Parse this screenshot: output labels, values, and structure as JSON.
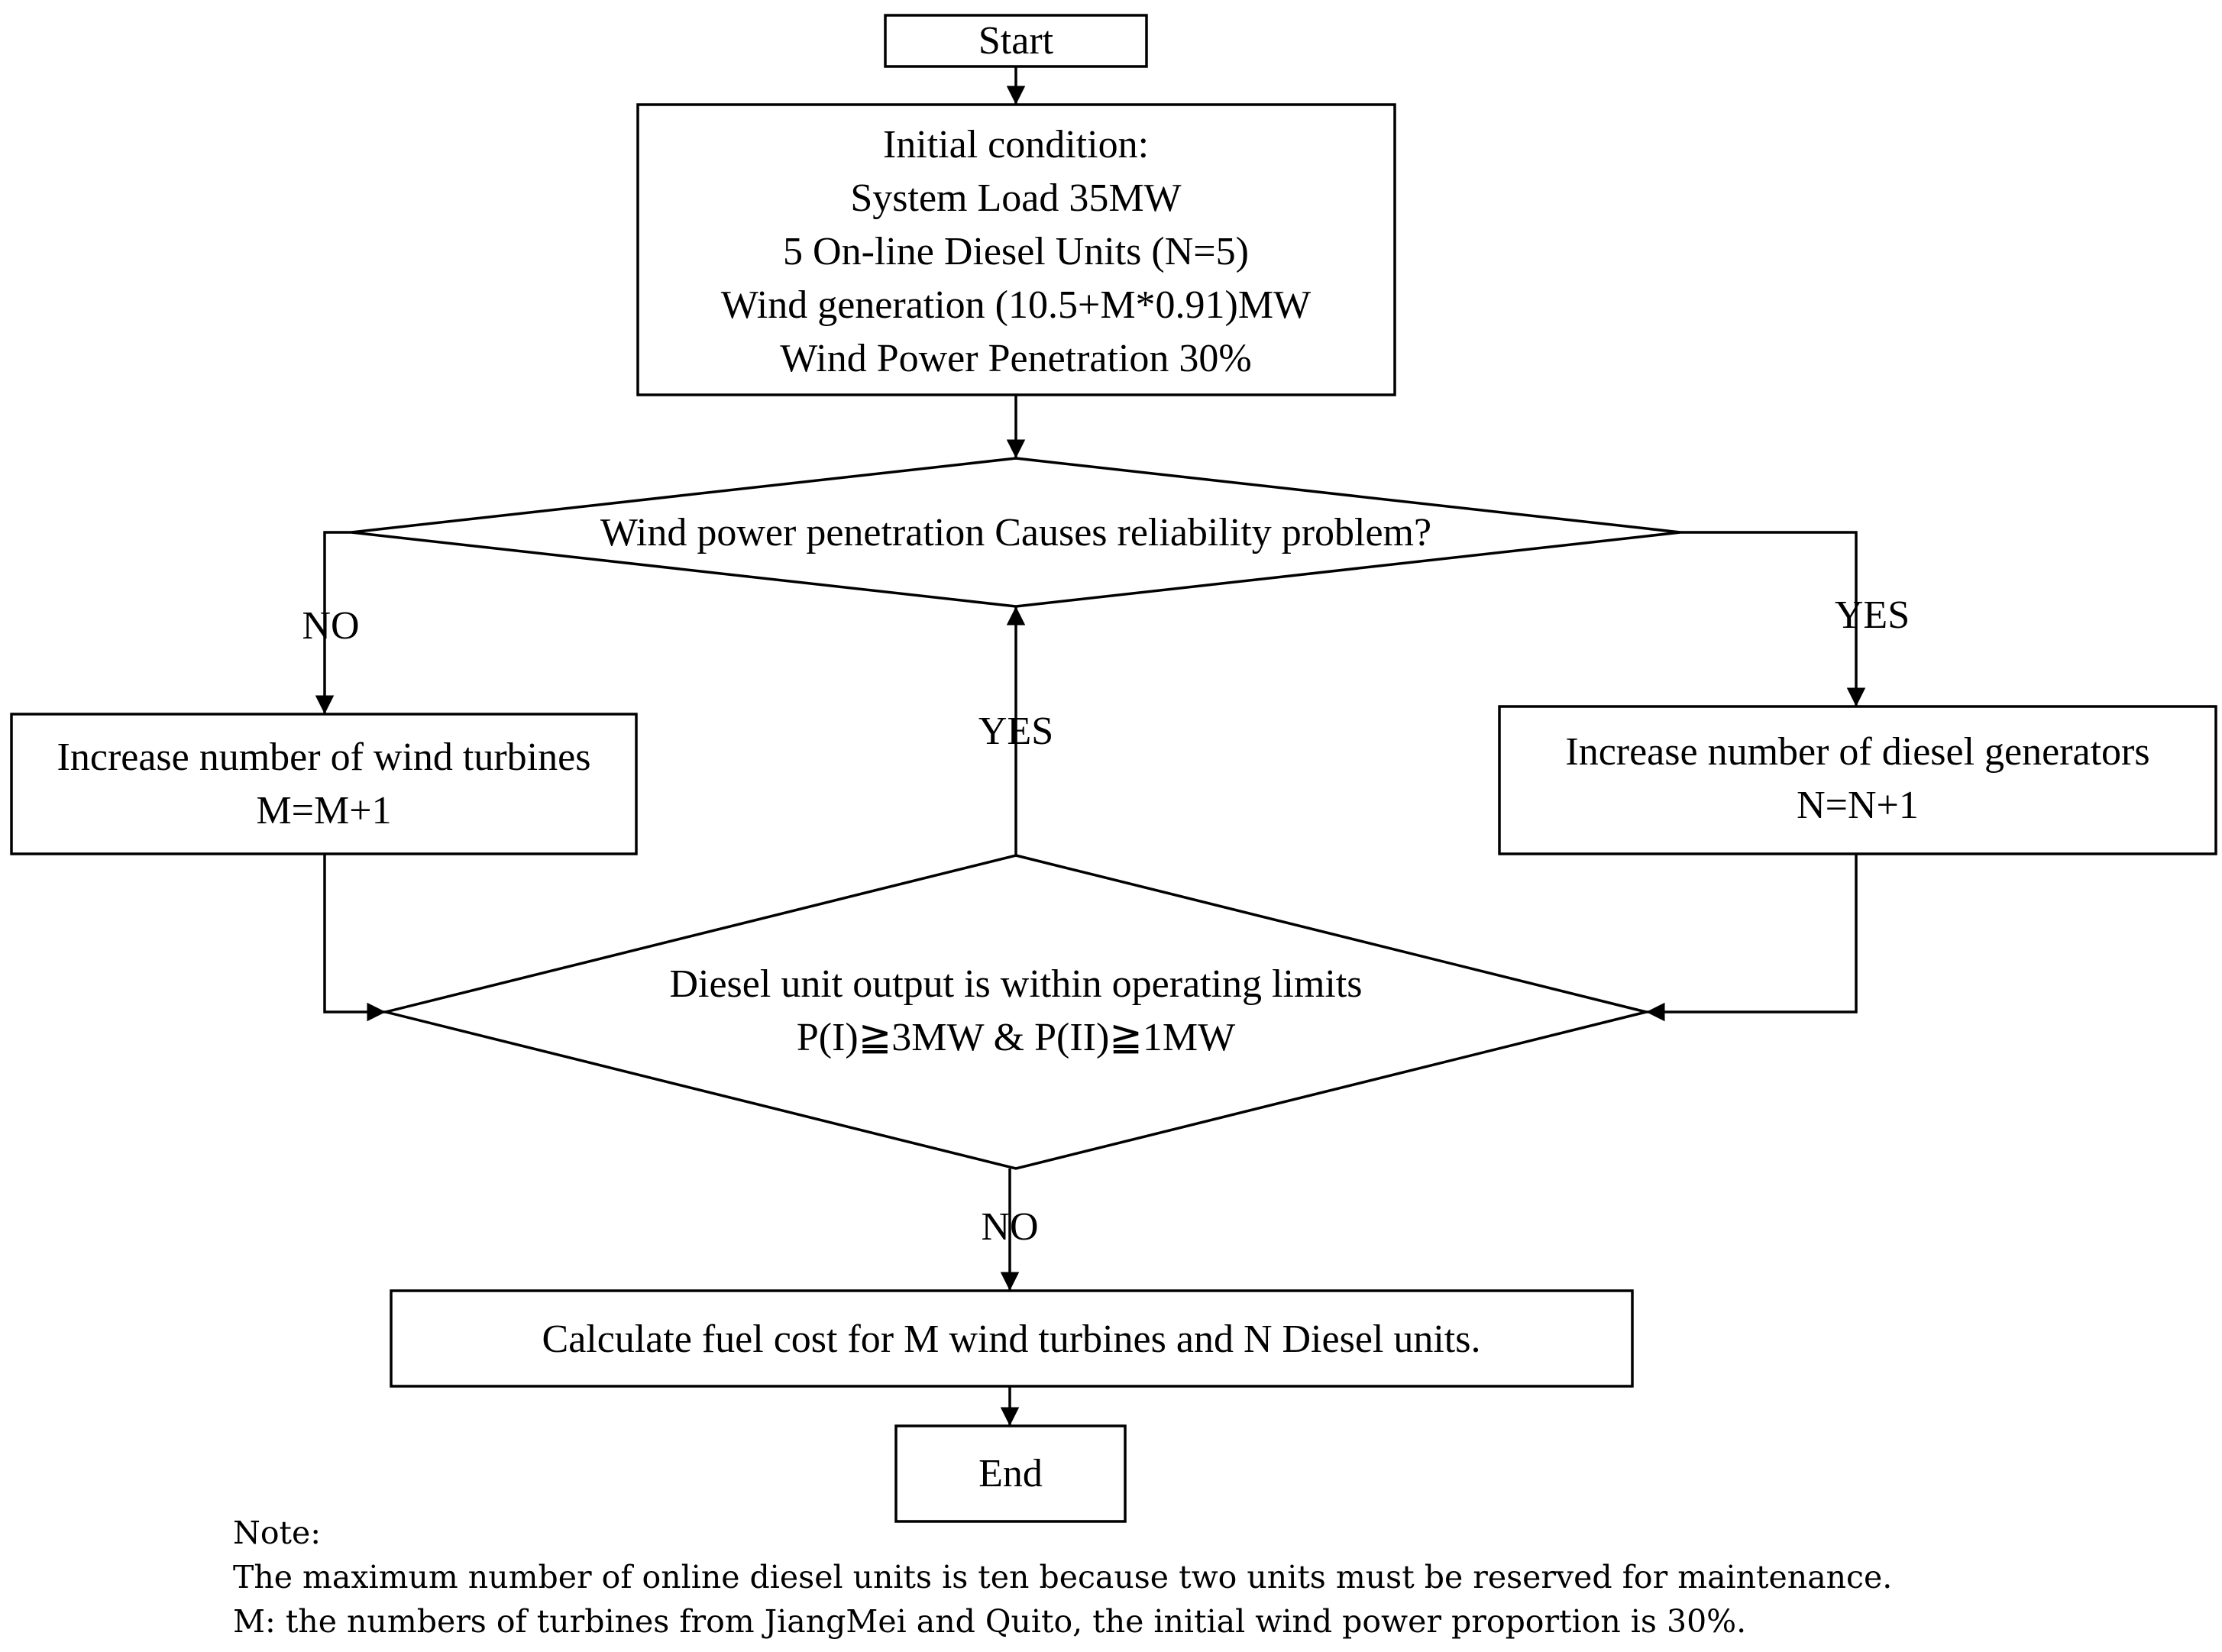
{
  "nodes": {
    "start": {
      "label": "Start"
    },
    "initial": {
      "lines": [
        "Initial condition:",
        "System Load 35MW",
        "5 On-line Diesel Units (N=5)",
        "Wind generation (10.5+M*0.91)MW",
        "Wind Power Penetration 30%"
      ]
    },
    "reliability_decision": {
      "label": "Wind power penetration Causes reliability problem?"
    },
    "wind_box": {
      "lines": [
        "Increase number of wind turbines",
        "M=M+1"
      ]
    },
    "diesel_box": {
      "lines": [
        "Increase number of diesel generators",
        "N=N+1"
      ]
    },
    "limits_decision": {
      "lines": [
        "Diesel unit  output is within operating limits",
        "P(I)≧3MW & P(II)≧1MW"
      ]
    },
    "calc": {
      "label": "Calculate fuel cost for M wind turbines and N Diesel units."
    },
    "end": {
      "label": "End"
    }
  },
  "edge_labels": {
    "reliability_no": "NO",
    "reliability_yes": "YES",
    "limits_yes": "YES",
    "limits_no": "NO"
  },
  "note": {
    "heading": "Note:",
    "lines": [
      "The maximum number of online diesel units is ten because two units must be reserved for maintenance.",
      "M: the numbers of turbines from JiangMei and Quito, the initial wind power proportion is 30%."
    ]
  }
}
